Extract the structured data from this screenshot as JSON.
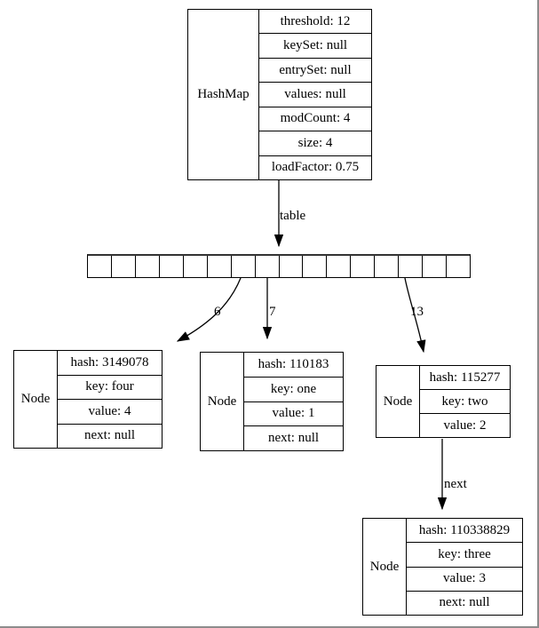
{
  "hashmap": {
    "title": "HashMap",
    "fields": [
      "threshold: 12",
      "keySet: null",
      "entrySet: null",
      "values: null",
      "modCount: 4",
      "size: 4",
      "loadFactor: 0.75"
    ]
  },
  "array": {
    "cell_count": 16
  },
  "edges": {
    "table": "table",
    "bucket6": "6",
    "bucket7": "7",
    "bucket13": "13",
    "next": "next"
  },
  "nodes": [
    {
      "title": "Node",
      "fields": [
        "hash: 3149078",
        "key: four",
        "value: 4",
        "next: null"
      ]
    },
    {
      "title": "Node",
      "fields": [
        "hash: 110183",
        "key: one",
        "value: 1",
        "next: null"
      ]
    },
    {
      "title": "Node",
      "fields": [
        "hash: 115277",
        "key: two",
        "value: 2"
      ]
    },
    {
      "title": "Node",
      "fields": [
        "hash: 110338829",
        "key: three",
        "value: 3",
        "next: null"
      ]
    }
  ]
}
